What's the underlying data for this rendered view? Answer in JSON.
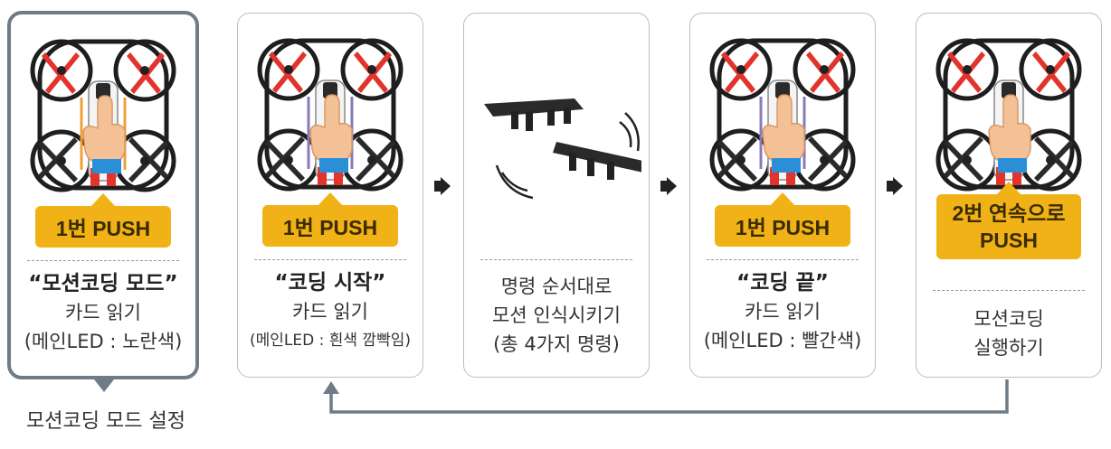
{
  "colors": {
    "badge": "#f0b216",
    "frame_highlight": "#6f7b86",
    "propeller": "#e2342c",
    "flow_line": "#6f7b86"
  },
  "steps": [
    {
      "badge": "1번 PUSH",
      "title": "“모션코딩 모드”",
      "line1": "카드 읽기",
      "line2": "(메인LED : 노란색)",
      "led_color": "#f0a038"
    },
    {
      "badge": "1번 PUSH",
      "title": "“코딩 시작”",
      "line1": "카드 읽기",
      "line2": "(메인LED : 흰색 깜빡임)",
      "led_color": "#8a7ab8"
    },
    {
      "line1": "명령 순서대로",
      "line2": "모션 인식시키기",
      "line3": "(총 4가지 명령)"
    },
    {
      "badge": "1번 PUSH",
      "title": "“코딩 끝”",
      "line1": "카드 읽기",
      "line2": "(메인LED : 빨간색)",
      "led_color": "#8a7ab8"
    },
    {
      "badge_line1": "2번 연속으로",
      "badge_line2": "PUSH",
      "line1": "모션코딩",
      "line2": "실행하기"
    }
  ],
  "caption": "모션코딩 모드 설정",
  "icons": [
    "drone-icon",
    "hand-press-icon",
    "drone-motion-icon",
    "arrow-right-icon",
    "loop-back-arrow-icon"
  ]
}
